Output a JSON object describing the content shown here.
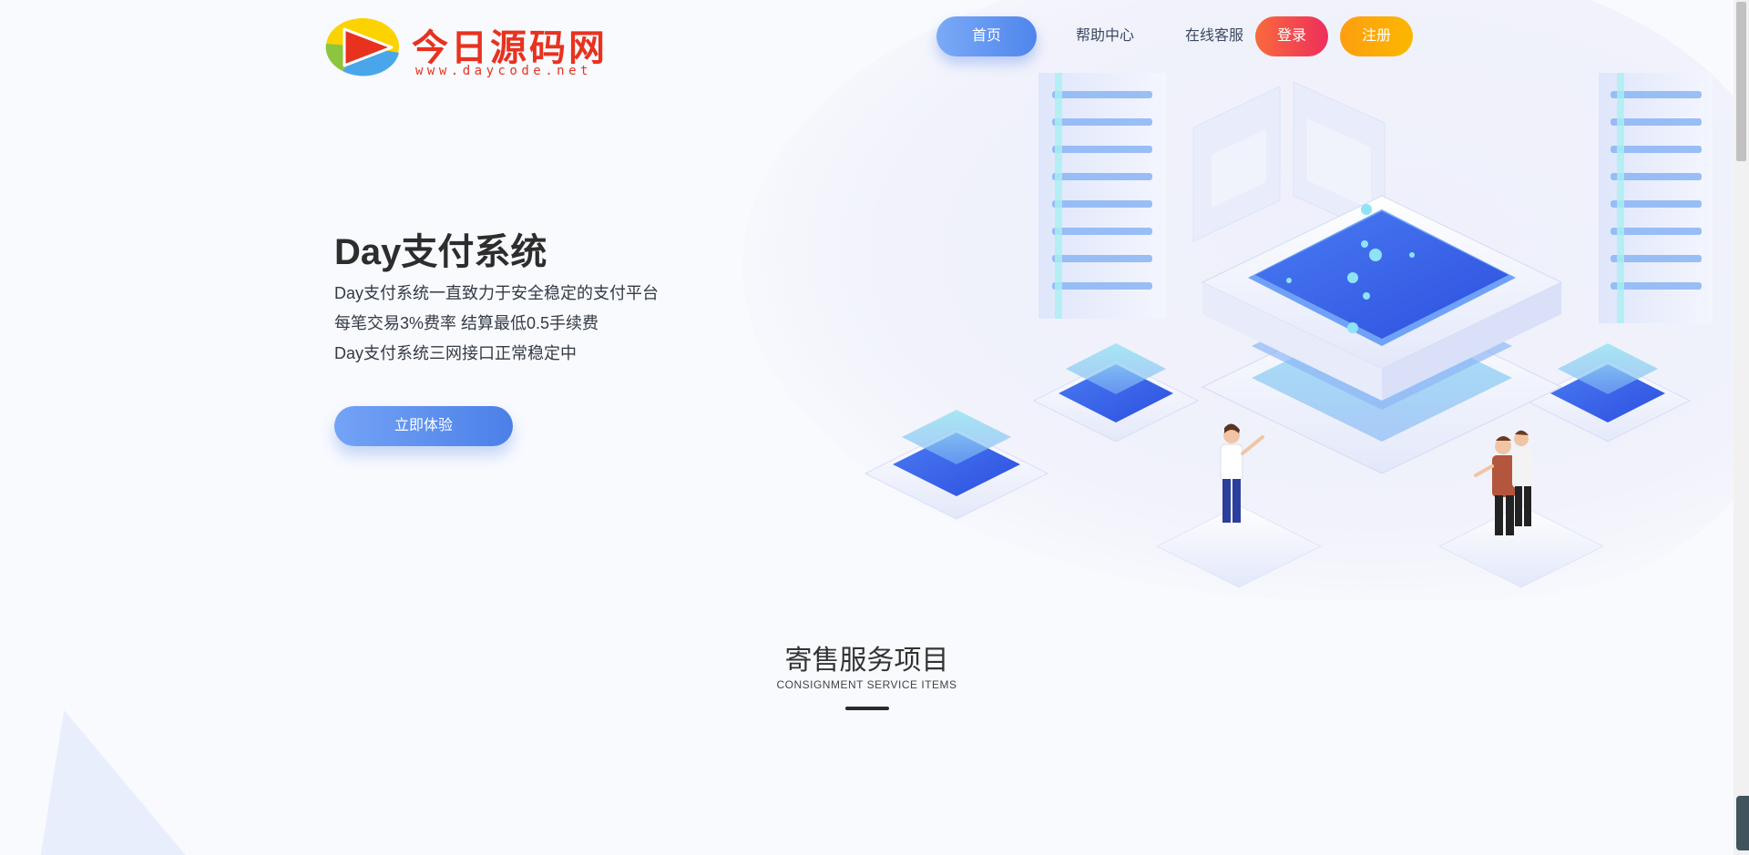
{
  "header": {
    "logo": {
      "title": "今日源码网",
      "subtitle": "www.daycode.net"
    },
    "nav": {
      "home": "首页",
      "help": "帮助中心",
      "service": "在线客服",
      "login": "登录",
      "register": "注册"
    }
  },
  "hero": {
    "title": "Day支付系统",
    "lines": [
      "Day支付系统一直致力于安全稳定的支付平台",
      "每笔交易3%费率 结算最低0.5手续费",
      "Day支付系统三网接口正常稳定中"
    ],
    "cta": "立即体验"
  },
  "section": {
    "title": "寄售服务项目",
    "subtitle": "CONSIGNMENT SERVICE ITEMS"
  },
  "colors": {
    "brand_red": "#e8321f",
    "primary_blue": "#5b8def",
    "login_red": "#ee2e5c",
    "register_orange": "#fcb700"
  },
  "icons": {
    "logo": "play-button-logo-icon",
    "illustration": "server-datacenter-illustration"
  }
}
